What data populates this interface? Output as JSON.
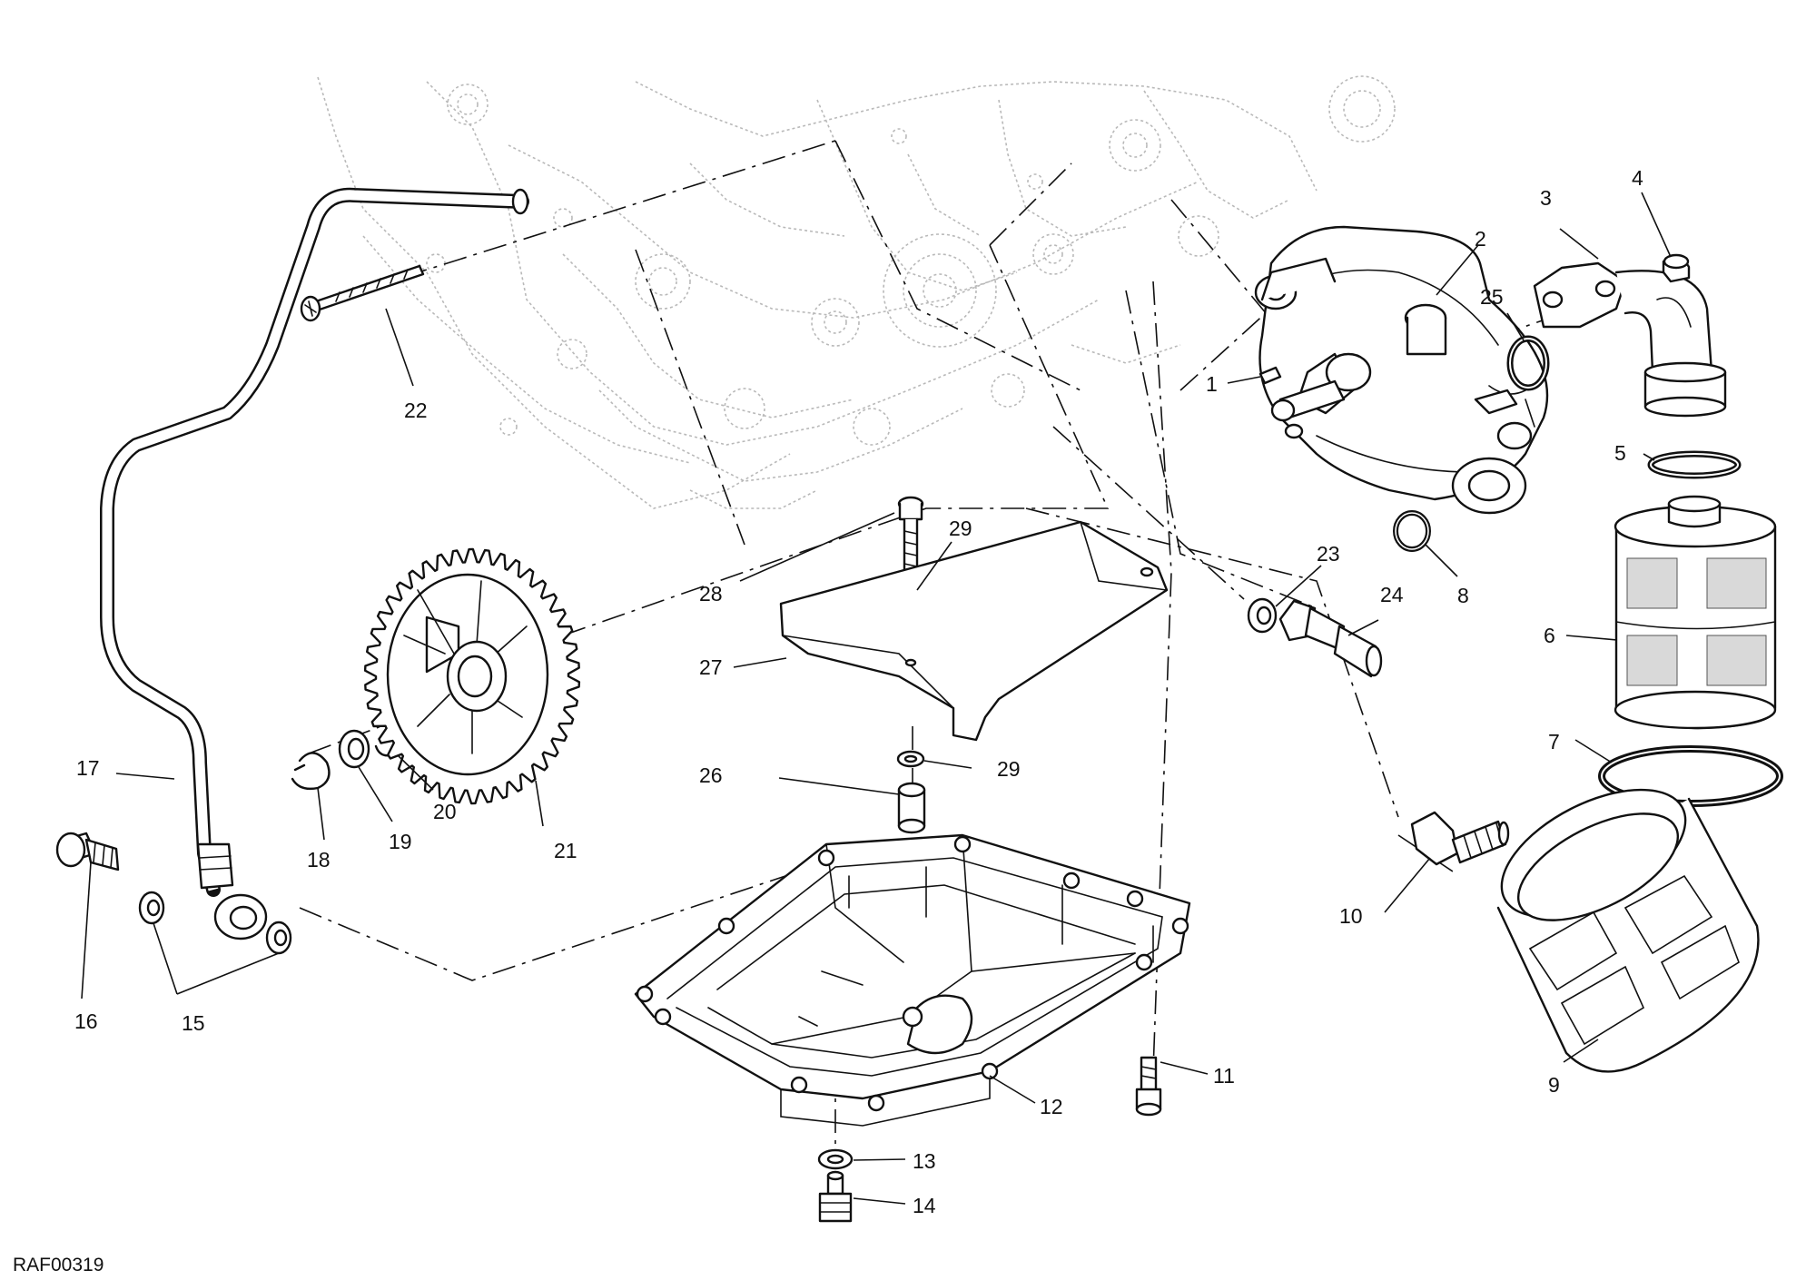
{
  "diagram": {
    "reference_code": "RAF00319",
    "callouts": [
      {
        "id": "1",
        "label": "1"
      },
      {
        "id": "2",
        "label": "2"
      },
      {
        "id": "3",
        "label": "3"
      },
      {
        "id": "4",
        "label": "4"
      },
      {
        "id": "5",
        "label": "5"
      },
      {
        "id": "6",
        "label": "6"
      },
      {
        "id": "7",
        "label": "7"
      },
      {
        "id": "8",
        "label": "8"
      },
      {
        "id": "9",
        "label": "9"
      },
      {
        "id": "10",
        "label": "10"
      },
      {
        "id": "11",
        "label": "11"
      },
      {
        "id": "12",
        "label": "12"
      },
      {
        "id": "13",
        "label": "13"
      },
      {
        "id": "14",
        "label": "14"
      },
      {
        "id": "15",
        "label": "15"
      },
      {
        "id": "16",
        "label": "16"
      },
      {
        "id": "17",
        "label": "17"
      },
      {
        "id": "18",
        "label": "18"
      },
      {
        "id": "19",
        "label": "19"
      },
      {
        "id": "20",
        "label": "20"
      },
      {
        "id": "21",
        "label": "21"
      },
      {
        "id": "22",
        "label": "22"
      },
      {
        "id": "23",
        "label": "23"
      },
      {
        "id": "24",
        "label": "24"
      },
      {
        "id": "25",
        "label": "25"
      },
      {
        "id": "26",
        "label": "26"
      },
      {
        "id": "27",
        "label": "27"
      },
      {
        "id": "28",
        "label": "28"
      },
      {
        "id": "29a",
        "label": "29"
      },
      {
        "id": "29b",
        "label": "29"
      }
    ]
  }
}
